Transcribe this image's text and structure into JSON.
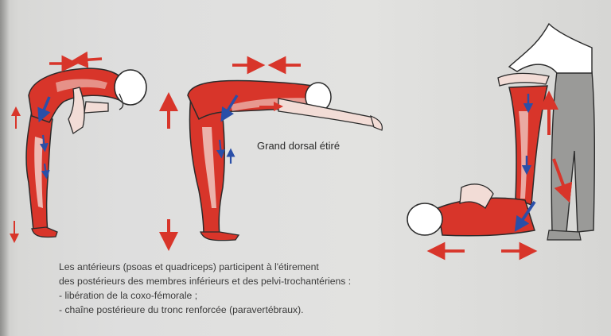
{
  "figure_label": "Grand dorsal étiré",
  "paragraph": {
    "line1": "Les antérieurs (psoas et quadriceps) participent à l'étirement",
    "line2": "des postérieurs des membres inférieurs et des pelvi-trochantériens :",
    "bullet1": "- libération de la coxo-fémorale ;",
    "bullet2": "- chaîne postérieure du tronc renforcée (paravertébraux)."
  },
  "colors": {
    "muscle_red": "#d8352a",
    "stretch_blue": "#2a4fa8",
    "skin": "#f2dcd6",
    "outline": "#2b2b2b",
    "trousers_grey": "#9a9a98"
  }
}
